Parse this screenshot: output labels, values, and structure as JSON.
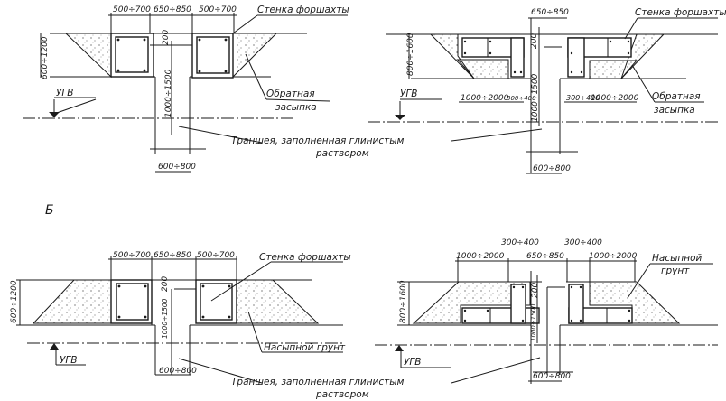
{
  "section_label": "Б",
  "labels": {
    "wall": "Стенка форшахты",
    "backfill_1": "Обратная",
    "backfill_2": "засыпка",
    "fill_soil": "Насыпной грунт",
    "fill_soil_1": "Насыпной",
    "fill_soil_2": "грунт",
    "gwl": "УГВ",
    "trench_1": "Траншея, заполненная глинистым",
    "trench_2": "раствором"
  },
  "dims": {
    "d500_700": "500÷700",
    "d650_850": "650÷850",
    "d600_1200": "600÷1200",
    "d800_1600": "800÷1600",
    "d200": "200",
    "d1000_1500": "1000÷1500",
    "d600_800": "600÷800",
    "d1000_2000": "1000÷2000",
    "d300_400": "300÷400"
  },
  "colors": {
    "ink": "#1a1a1a",
    "paper": "#ffffff"
  }
}
